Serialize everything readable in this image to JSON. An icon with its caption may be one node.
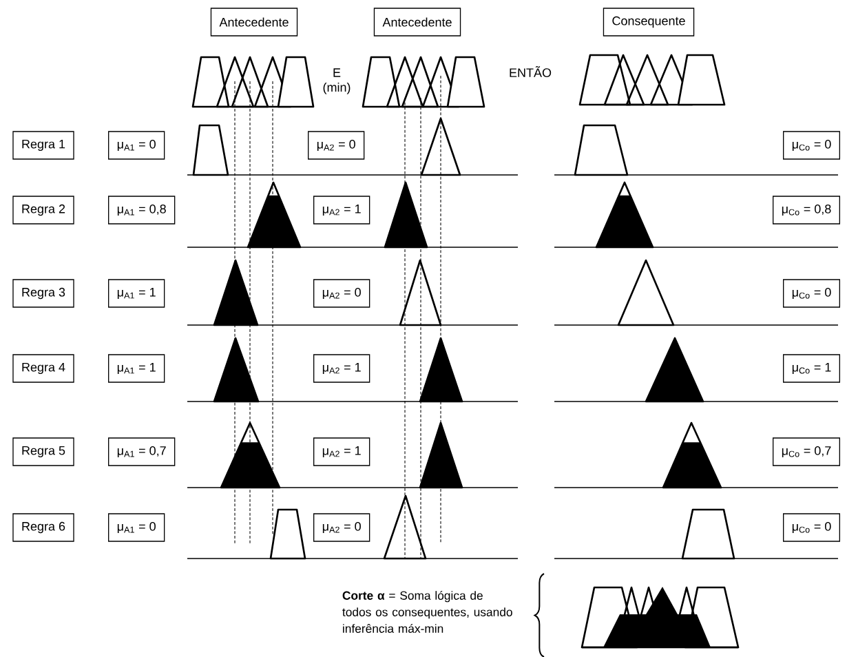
{
  "diagram": {
    "nodes": [
      {
        "text": [
          "Antecedente"
        ]
      },
      {
        "text": [
          "Antecedente"
        ]
      },
      {
        "text": [
          "Consequente"
        ]
      },
      {
        "text": [
          "Regra 1"
        ]
      },
      {
        "text": [
          "μ$_{A1}$ = 0"
        ]
      },
      {
        "text": [
          "μ$_{A2}$ = 0"
        ]
      },
      {
        "text": [
          "μ$_{Co}$ = 0"
        ]
      },
      {
        "text": [
          "Regra 2"
        ]
      },
      {
        "text": [
          "μ$_{A1}$ = 0,8"
        ]
      },
      {
        "text": [
          "μ$_{A2}$ = 1"
        ]
      },
      {
        "text": [
          "μ$_{Co}$ = 0,8"
        ]
      },
      {
        "text": [
          "Regra 3"
        ]
      },
      {
        "text": [
          "μ$_{A1}$ = 1"
        ]
      },
      {
        "text": [
          "μ$_{A2}$ = 0"
        ]
      },
      {
        "text": [
          "μ$_{Co}$ = 0"
        ]
      },
      {
        "text": [
          "Regra 4"
        ]
      },
      {
        "text": [
          "μ$_{A1}$ = 1"
        ]
      },
      {
        "text": [
          "μ$_{A2}$ = 1"
        ]
      },
      {
        "text": [
          "μ$_{Co}$ = 1"
        ]
      },
      {
        "text": [
          "Regra 5"
        ]
      },
      {
        "text": [
          "μ$_{A1}$ = 0,7"
        ]
      },
      {
        "text": [
          "μ$_{A2}$ = 1"
        ]
      },
      {
        "text": [
          "μ$_{Co}$ = 0,7"
        ]
      },
      {
        "text": [
          "Regra 6"
        ]
      },
      {
        "text": [
          "μ$_{A1}$ = 0"
        ]
      },
      {
        "text": [
          "μ$_{A2}$ = 0"
        ]
      },
      {
        "text": [
          "μ$_{Co}$ = 0"
        ]
      }
    ],
    "labels": [
      "E (min)",
      "ENTÃO",
      "**Corte α** = Soma lógica de todos os consequentes, usando inferência máx-min"
    ]
  }
}
